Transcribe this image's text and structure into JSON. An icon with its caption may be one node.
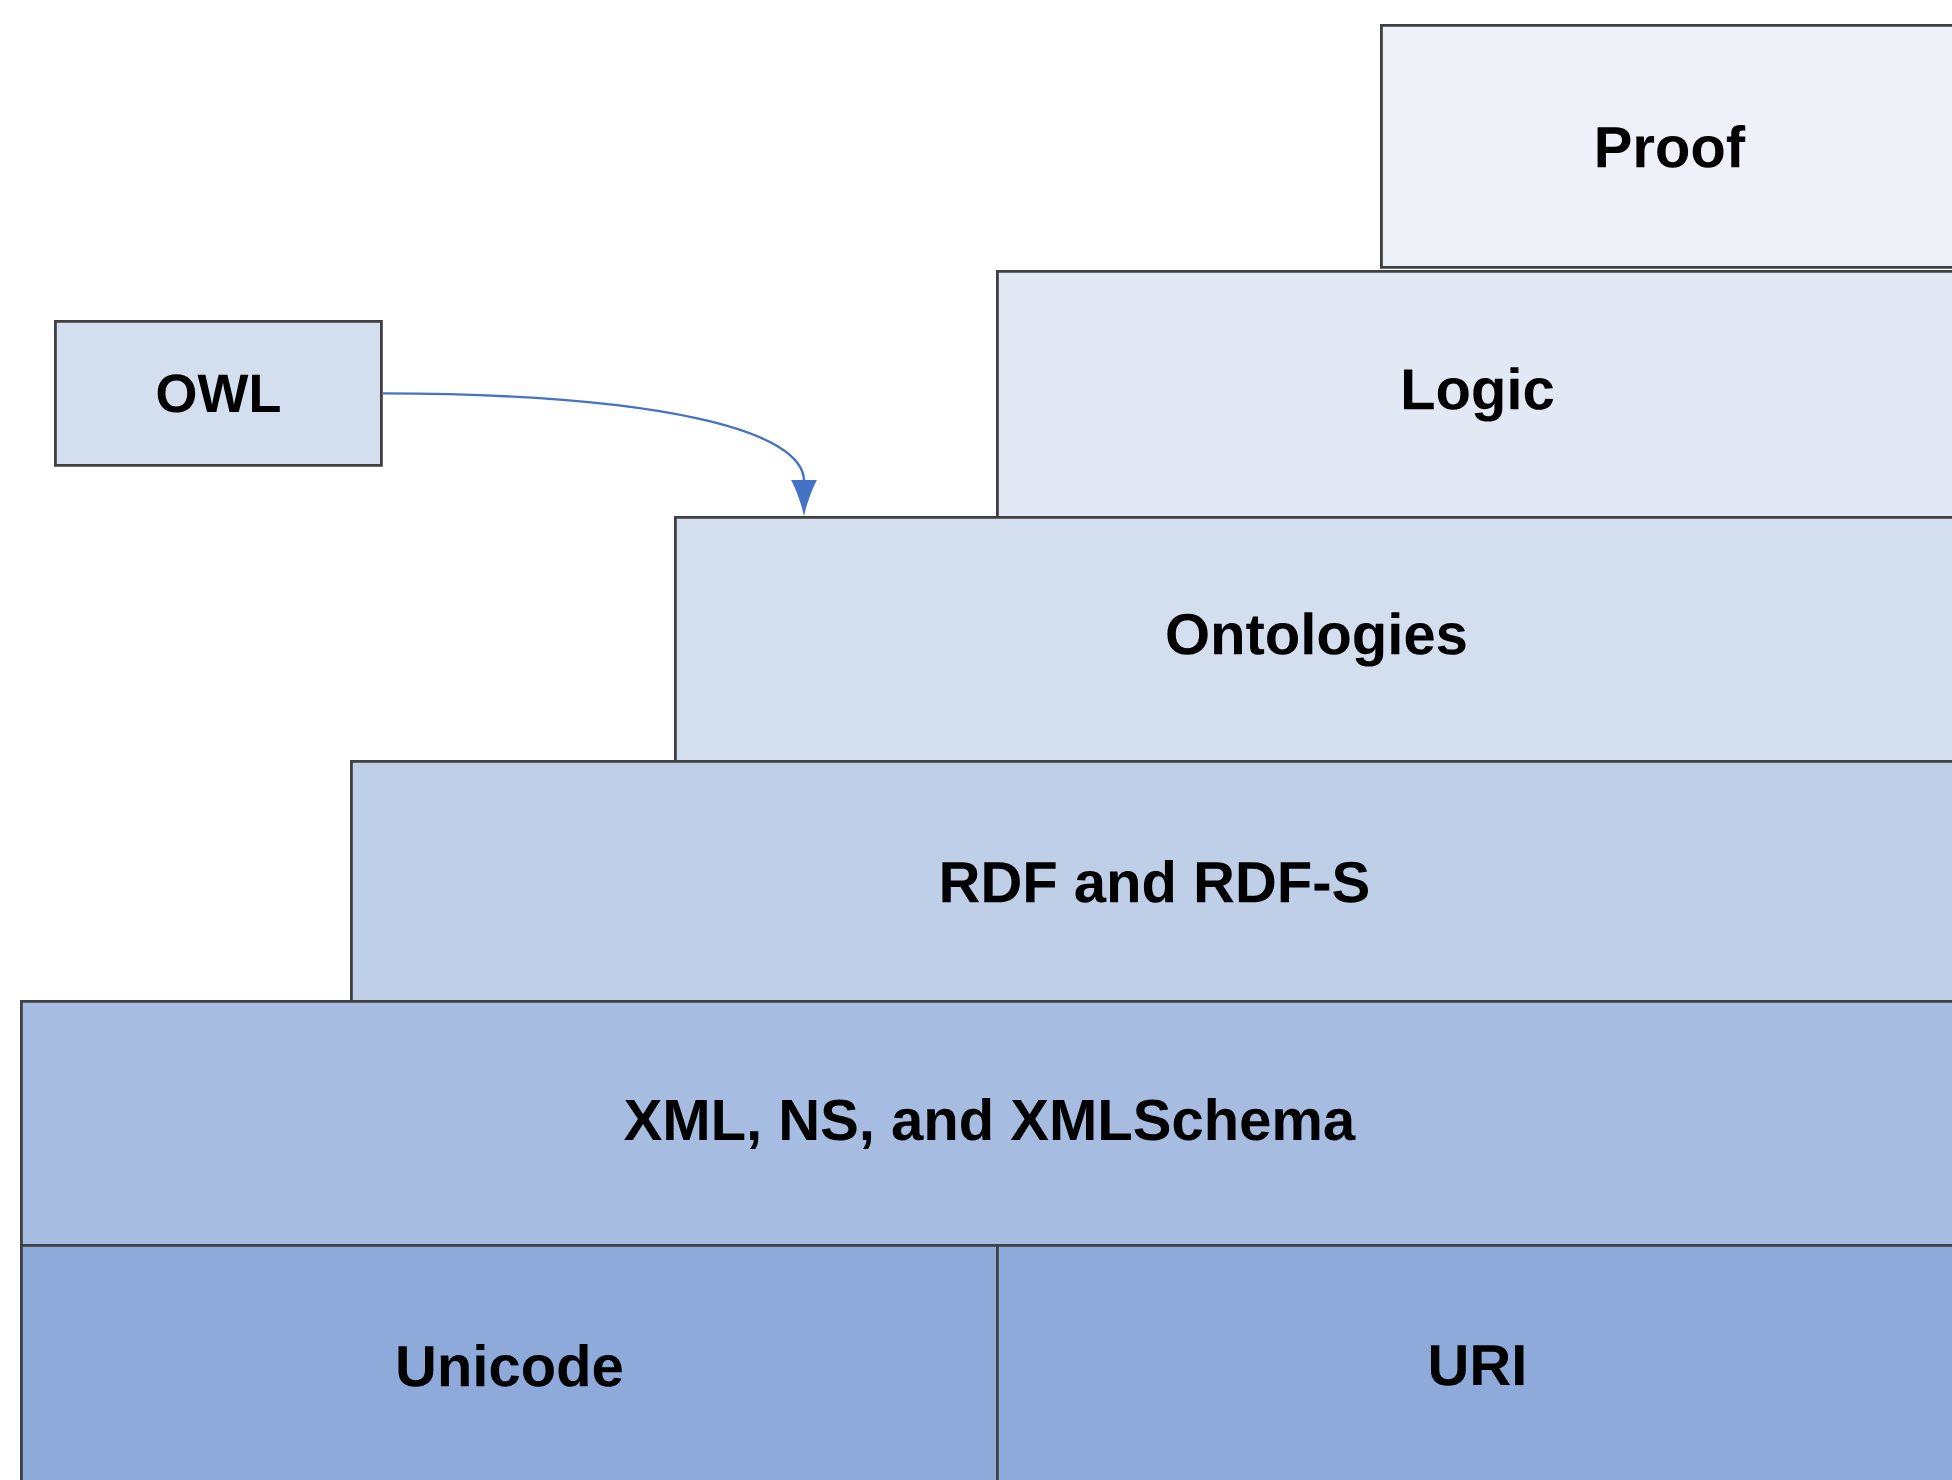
{
  "diagram": {
    "nodes": [
      {
        "text": [
          "Proof"
        ]
      },
      {
        "text": [
          "Logic"
        ]
      },
      {
        "text": [
          "Ontologies"
        ]
      },
      {
        "text": [
          "RDF and RDF-S"
        ]
      },
      {
        "text": [
          "XML, NS, and XMLSchema"
        ]
      },
      {
        "text": [
          "Unicode"
        ]
      },
      {
        "text": [
          "URI"
        ]
      },
      {
        "text": [
          "OWL"
        ]
      }
    ],
    "edges": [
      {
        "from": 7,
        "to": 2,
        "arrow": "to"
      }
    ]
  }
}
